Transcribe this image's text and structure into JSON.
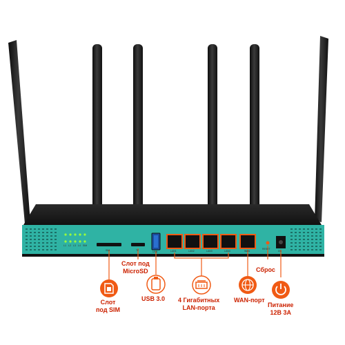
{
  "router": {
    "port_labels": {
      "sim": "SIM",
      "tf": "TF",
      "usb": "USB",
      "lan1": "LAN1",
      "lan2": "LAN2",
      "lan3": "LAN3",
      "lan4": "LAN4",
      "wan": "WAN",
      "reset": "RESET",
      "dc": "DC"
    },
    "led_labels": [
      "L1",
      "L2",
      "L3",
      "L4",
      "SIM"
    ]
  },
  "callouts": {
    "microsd": "Слот под\nMicroSD",
    "sim": "Слот\nпод SIM",
    "usb": "USB 3.0",
    "lan": "4 Гигабитных\nLAN-порта",
    "wan": "WAN-порт",
    "reset": "Сброс",
    "power": "Питание\n12В 3А"
  },
  "colors": {
    "body_black": "#1c1c1c",
    "panel_teal": "#2fb3a4",
    "accent_orange": "#f05a14",
    "callout_text": "#cc2200"
  },
  "icons": {
    "sim": "sim-card-icon",
    "usb": "usb-drive-icon",
    "lan": "ethernet-icon",
    "wan": "globe-icon",
    "power": "power-icon"
  }
}
